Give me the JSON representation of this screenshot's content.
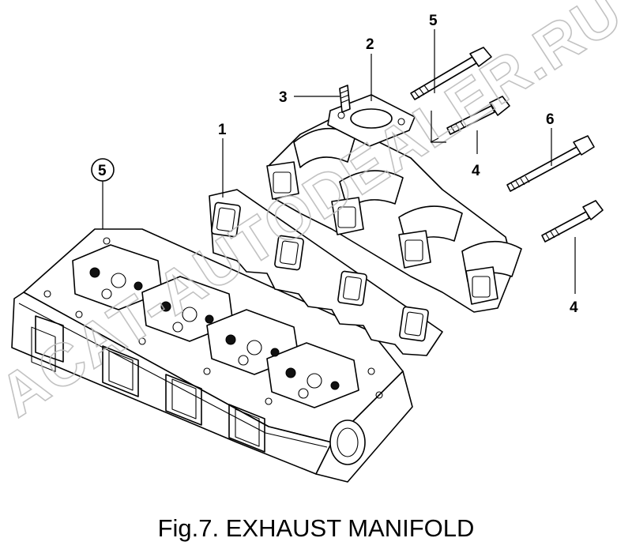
{
  "figure": {
    "caption": "Fig.7.  EXHAUST MANIFOLD",
    "watermark": "ACAT-AUTODEALER.RU"
  },
  "callouts": [
    {
      "id": "1",
      "text": "1",
      "part": "gasket"
    },
    {
      "id": "2",
      "text": "2",
      "part": "exhaust-manifold"
    },
    {
      "id": "3",
      "text": "3",
      "part": "stud"
    },
    {
      "id": "4a",
      "text": "4",
      "part": "bolt-upper"
    },
    {
      "id": "4b",
      "text": "4",
      "part": "bolt-lower"
    },
    {
      "id": "5",
      "text": "5",
      "part": "bolt-top"
    },
    {
      "id": "6",
      "text": "6",
      "part": "bolt-long"
    },
    {
      "id": "5c",
      "text": "5",
      "part": "cylinder-head",
      "circled": true
    }
  ]
}
